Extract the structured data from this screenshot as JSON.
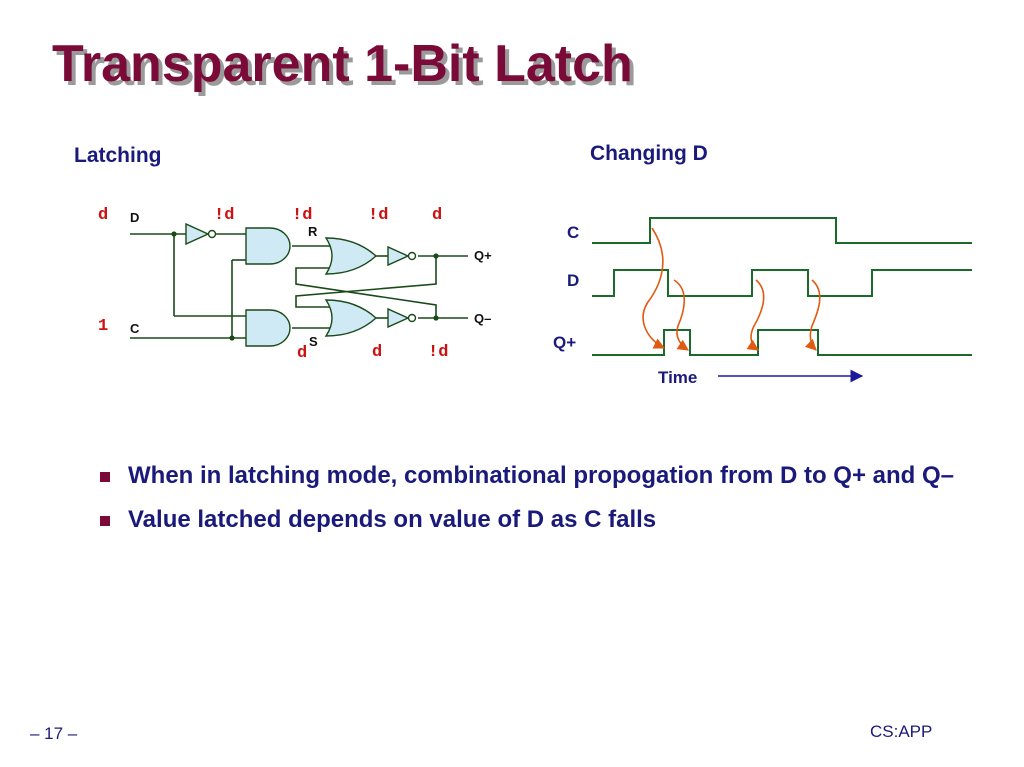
{
  "title": "Transparent 1-Bit Latch",
  "sections": {
    "latching": "Latching",
    "changing_d": "Changing D"
  },
  "circuit": {
    "input_d": "D",
    "input_c": "C",
    "reset": "R",
    "set": "S",
    "out_q_plus": "Q+",
    "out_q_minus": "Q–",
    "values": {
      "d_in": "d",
      "c_in": "1",
      "inv_out": "!d",
      "and_top_out": "!d",
      "or_top_out": "!d",
      "q_plus": "d",
      "and_bot_out": "d",
      "or_bot_out": "d",
      "q_minus": "!d"
    }
  },
  "timing": {
    "signals": [
      "C",
      "D",
      "Q+"
    ],
    "time_label": "Time"
  },
  "bullets": [
    "When in latching mode, combinational propogation from D to Q+ and Q–",
    "Value latched depends on value of D as C falls"
  ],
  "footer": {
    "page": "– 17 –",
    "brand": "CS:APP"
  },
  "colors": {
    "title": "#7a0a37",
    "text": "#1a1a7a",
    "value_text": "#cc1111",
    "gate_fill": "#cfe9f5",
    "wire": "#1a4a1a",
    "waveform": "#1a6a2a",
    "causality_arrow": "#e05a10",
    "time_arrow": "#1a1a9a"
  }
}
